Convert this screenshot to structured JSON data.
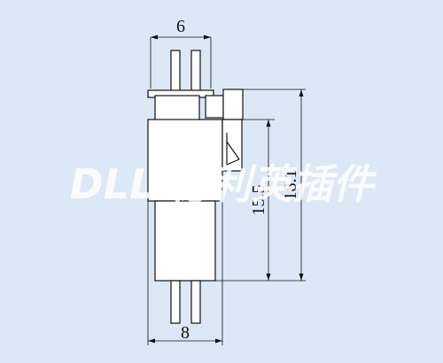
{
  "dimensions": {
    "top_width": "6",
    "bottom_width": "8",
    "inner_height": "15.5",
    "outer_height": "18.1"
  },
  "watermark": {
    "text": "DLL 德利英插件"
  },
  "colors": {
    "background": "#dce8f5",
    "line": "#111111",
    "watermark": "#ffffff"
  }
}
